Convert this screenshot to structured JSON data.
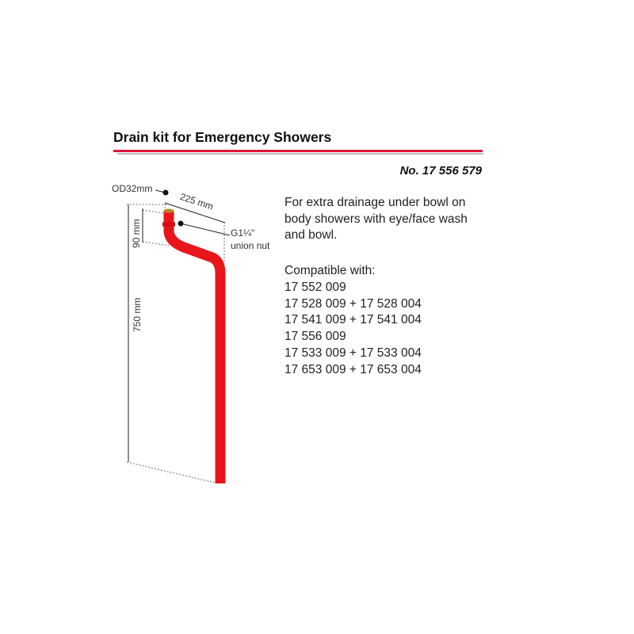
{
  "header": {
    "title": "Drain kit for Emergency Showers",
    "product_number": "No. 17 556 579"
  },
  "description": "For extra drainage under bowl on body showers with eye/face wash and bowl.",
  "compatible": {
    "heading": "Compatible with:",
    "items": [
      "17 552 009",
      "17 528 009 + 17 528 004",
      "17 541 009 + 17 541 004",
      "17 556 009",
      "17 533 009 + 17 533 004",
      "17 653 009 + 17 653 004"
    ]
  },
  "drawing": {
    "od": "OD32mm",
    "width_dim": "225 mm",
    "offset_dim": "90 mm",
    "height_dim": "750 mm",
    "nut_line1": "G1¼\"",
    "nut_line2": "union nut",
    "pipe_color": "#e8161b"
  }
}
